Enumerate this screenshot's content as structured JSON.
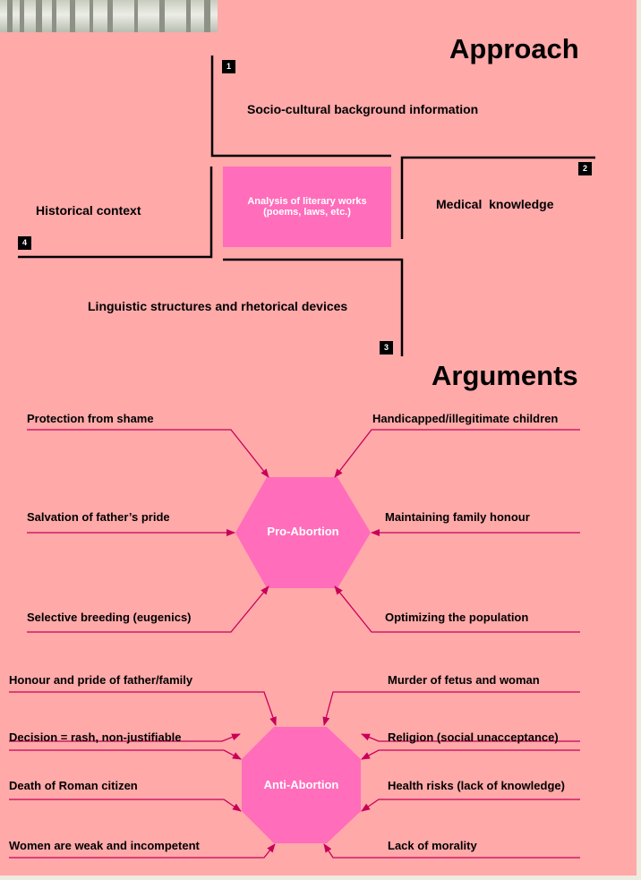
{
  "approach": {
    "title": "Approach",
    "center": {
      "line1": "Analysis of literary works",
      "line2": "(poems, laws, etc.)"
    },
    "items": [
      {
        "num": "1",
        "label": "Socio-cultural background information"
      },
      {
        "num": "2",
        "label": "Medical  knowledge"
      },
      {
        "num": "3",
        "label": "Linguistic structures and rhetorical devices"
      },
      {
        "num": "4",
        "label": "Historical context"
      }
    ]
  },
  "arguments": {
    "title": "Arguments",
    "pro": {
      "label": "Pro-Abortion",
      "items": [
        "Protection from shame",
        "Handicapped/illegitimate children",
        "Salvation of father’s pride",
        "Maintaining family honour",
        "Selective breeding (eugenics)",
        "Optimizing the population"
      ]
    },
    "anti": {
      "label": "Anti-Abortion",
      "items": [
        "Honour and pride of father/family",
        "Murder of fetus and woman",
        "Decision = rash, non-justifiable",
        "Religion (social unacceptance)",
        "Death of Roman citizen",
        "Health risks (lack of knowledge)",
        "Women are weak and incompetent",
        "Lack of morality"
      ]
    }
  },
  "colors": {
    "background": "#ffa9a9",
    "accent": "#ff6dbb",
    "arrow": "#c8005a"
  }
}
